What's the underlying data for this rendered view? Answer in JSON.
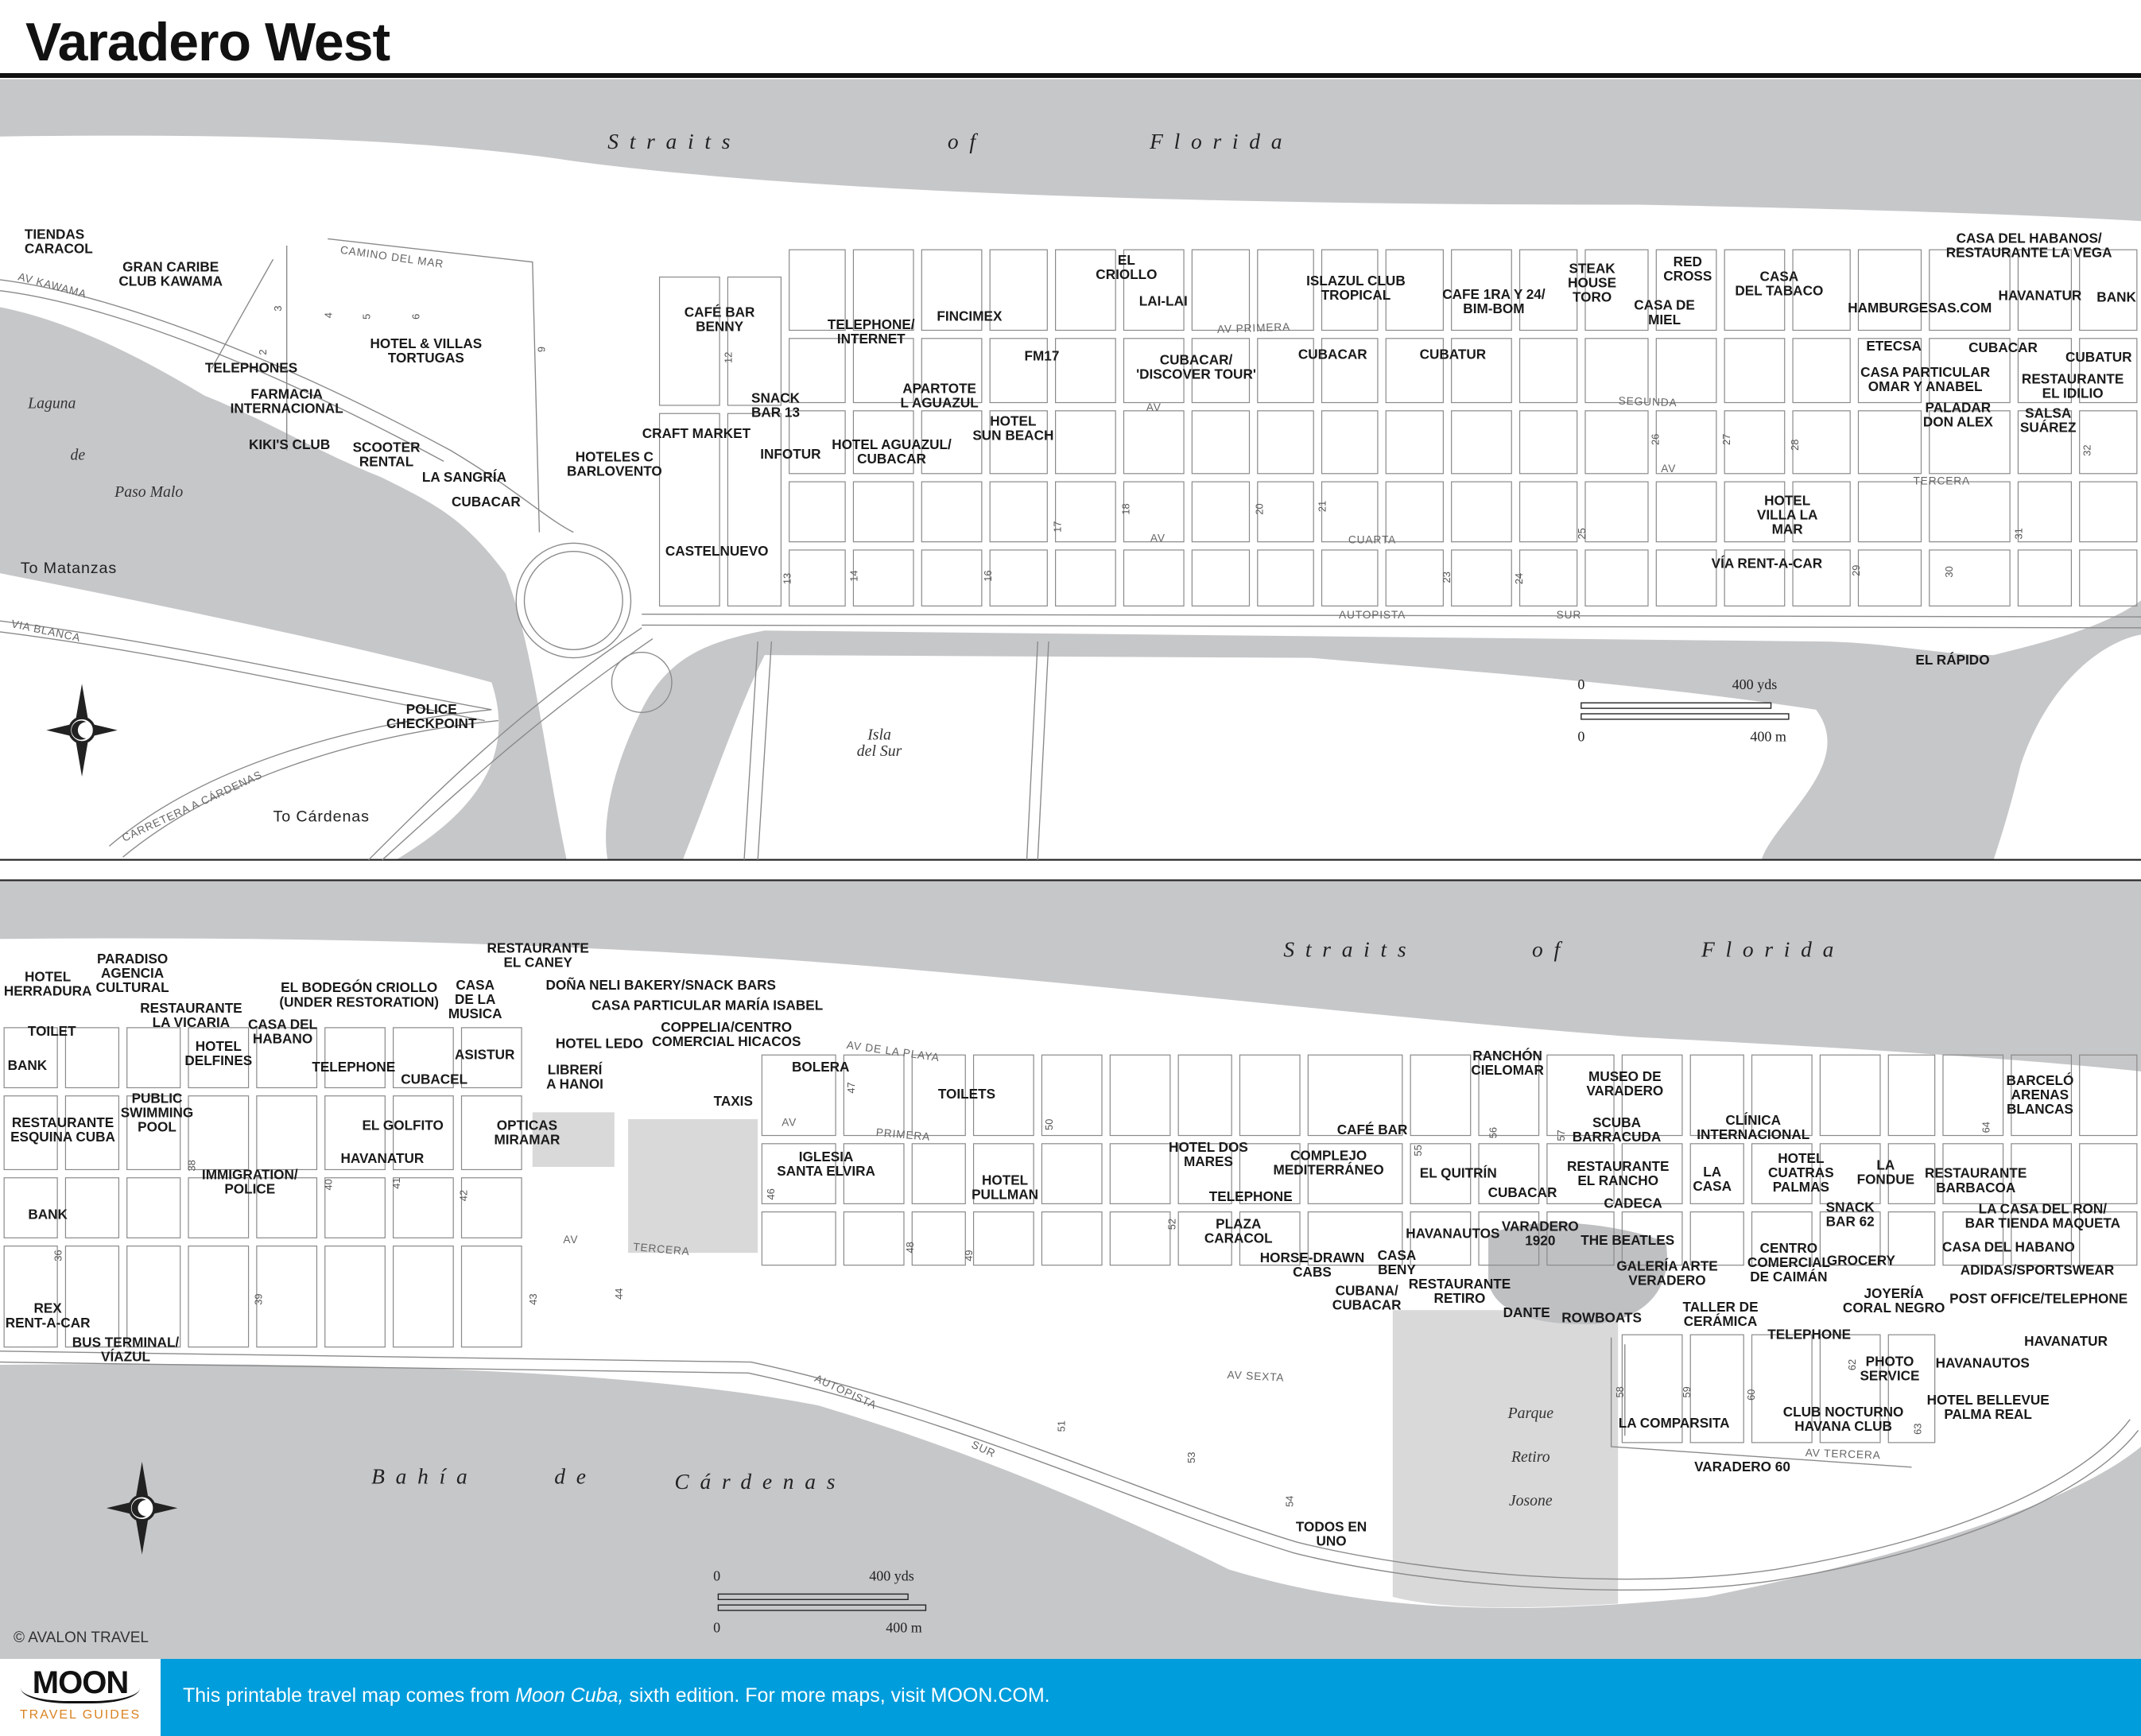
{
  "title": "Varadero West",
  "credit": "© AVALON TRAVEL",
  "footer": {
    "logo_main": "MOON",
    "logo_sub": "TRAVEL GUIDES",
    "text_before": "This printable travel map comes from ",
    "text_italic": "Moon Cuba,",
    "text_after": " sixth edition. For more maps, visit MOON.COM.",
    "color": "#009ddc"
  },
  "colors": {
    "water": "#c6c7c9",
    "land": "#ffffff",
    "park": "#d9d9da",
    "road_edge": "#8a8a8a"
  },
  "top_map": {
    "water_labels": [
      "Straits",
      "of",
      "Florida",
      "Laguna",
      "de",
      "Paso Malo",
      "Isla|del Sur"
    ],
    "directions": [
      "To Matanzas",
      "To Cárdenas"
    ],
    "places": [
      "TIENDAS|CARACOL",
      "GRAN CARIBE|CLUB KAWAMA",
      "TELEPHONES",
      "FARMACIA|INTERNACIONAL",
      "KIKI'S CLUB",
      "SCOOTER|RENTAL",
      "HOTEL & VILLAS|TORTUGAS",
      "LA SANGRÍA",
      "CUBACAR",
      "HOTELES C|BARLOVENTO",
      "CAFÉ BAR|BENNY",
      "CRAFT MARKET",
      "SNACK|BAR 13",
      "INFOTUR",
      "CASTELNUEVO",
      "TELEPHONE/|INTERNET",
      "FINCIMEX",
      "APARTOTE|L AGUAZUL",
      "HOTEL AGUAZUL/|CUBACAR",
      "HOTEL|SUN BEACH",
      "FM17",
      "EL|CRIOLLO",
      "LAI-LAI",
      "CUBACAR/|'DISCOVER TOUR'",
      "ISLAZUL CLUB|TROPICAL",
      "CUBACAR",
      "CUBATUR",
      "CAFE 1RA Y 24/|BIM-BOM",
      "STEAK|HOUSE|TORO",
      "RED|CROSS",
      "CASA DE|MIEL",
      "CASA|DEL TABACO",
      "HAMBURGESAS.COM",
      "CASA DEL HABANOS/|RESTAURANTE LA VEGA",
      "HAVANATUR",
      "BANK",
      "ETECSA",
      "CUBACAR",
      "CUBATUR",
      "CASA PARTICULAR|OMAR Y ANABEL",
      "RESTAURANTE|EL IDILIO",
      "PALADAR|DON ALEX",
      "SALSA|SUÁREZ",
      "HOTEL|VILLA LA|MAR",
      "VÍA RENT-A-CAR",
      "EL RÁPIDO",
      "POLICE|CHECKPOINT"
    ],
    "streets": [
      "CAMINO DEL MAR",
      "AV   KAWAMA",
      "AV PRIMERA",
      "AV",
      "SEGUNDA",
      "AV",
      "TERCERA",
      "AV",
      "CUARTA",
      "AUTOPISTA",
      "SUR",
      "VIA   BLANCA",
      "CARRETERA A CÁRDENAS"
    ],
    "street_numbers": [
      "3",
      "2",
      "4",
      "5",
      "6",
      "9",
      "12",
      "13",
      "14",
      "16",
      "17",
      "18",
      "20",
      "21",
      "23",
      "24",
      "25",
      "26",
      "27",
      "28",
      "29",
      "30",
      "31",
      "32"
    ],
    "scale": {
      "yds_zero": "0",
      "yds": "400 yds",
      "m_zero": "0",
      "m": "400 m"
    }
  },
  "bottom_map": {
    "water_labels": [
      "Straits",
      "of",
      "Florida",
      "Bahía",
      "de",
      "Cárdenas",
      "Parque",
      "Retiro",
      "Josone"
    ],
    "places": [
      "HOTEL|HERRADURA",
      "PARADISO|AGENCIA|CULTURAL",
      "RESTAURANTE|LA VICARIA",
      "TOILET",
      "BANK",
      "CASA DEL|HABANO",
      "HOTEL|DELFINES",
      "TELEPHONE",
      "EL BODEGÓN CRIOLLO|(UNDER RESTORATION)",
      "RESTAURANTE|EL CANEY",
      "CASA|DE LA|MUSICA",
      "DOÑA NELI BAKERY/SNACK BARS",
      "CASA PARTICULAR MARÍA ISABEL",
      "HOTEL LEDO",
      "ASISTUR",
      "CUBACEL",
      "LIBRERÍ|A HANOI",
      "COPPELIA/CENTRO|COMERCIAL HICACOS",
      "BOLERA",
      "TAXIS",
      "TOILETS",
      "PUBLIC|SWIMMING|POOL",
      "RESTAURANTE|ESQUINA CUBA",
      "EL GOLFITO",
      "OPTICAS|MIRAMAR",
      "HAVANATUR",
      "IMMIGRATION/|POLICE",
      "IGLESIA|SANTA ELVIRA",
      "HOTEL|PULLMAN",
      "HOTEL DOS|MARES",
      "COMPLEJO|MEDITERRÁNEO",
      "CAFÉ BAR",
      "TELEPHONE",
      "PLAZA|CARACOL",
      "HORSE-DRAWN|CABS",
      "CASA|BENY",
      "CUBANA/|CUBACAR",
      "BANK",
      "REX|RENT-A-CAR",
      "BUS TERMINAL/|VÍAZUL",
      "RANCHÓN|CIELOMAR",
      "MUSEO DE|VARADERO",
      "SCUBA|BARRACUDA",
      "CLÍNICA|INTERNACIONAL",
      "EL QUITRÍN",
      "RESTAURANTE|EL RANCHO",
      "LA|CASA",
      "HOTEL|CUATRAS|PALMAS",
      "LA|FONDUE",
      "RESTAURANTE|BARBACOA",
      "BARCELÓ|ARENAS|BLANCAS",
      "CUBACAR",
      "CADECA",
      "SNACK|BAR 62",
      "LA CASA DEL RON/|BAR TIENDA MAQUETA",
      "HAVANAUTOS",
      "VARADERO|1920",
      "THE BEATLES",
      "CENTRO|COMERCIAL|DE CAIMÁN",
      "GROCERY",
      "CASA DEL HABANO",
      "GALERÍA ARTE|VERADERO",
      "ADIDAS/SPORTSWEAR",
      "RESTAURANTE|RETIRO",
      "DANTE",
      "ROWBOATS",
      "TALLER DE|CERÁMICA",
      "JOYERÍA|CORAL NEGRO",
      "POST OFFICE/TELEPHONE",
      "TELEPHONE",
      "HAVANATUR",
      "PHOTO|SERVICE",
      "HAVANAUTOS",
      "CLUB NOCTURNO|HAVANA CLUB",
      "HOTEL BELLEVUE|PALMA REAL",
      "LA COMPARSITA",
      "VARADERO 60",
      "TODOS EN|UNO"
    ],
    "streets": [
      "AV DE LA PLAYA",
      "AV",
      "PRIMERA",
      "AV",
      "TERCERA",
      "AUTOPISTA",
      "SUR",
      "AV SEXTA",
      "AV TERCERA"
    ],
    "street_numbers": [
      "36",
      "38",
      "39",
      "40",
      "41",
      "42",
      "43",
      "44",
      "46",
      "47",
      "48",
      "49",
      "50",
      "51",
      "52",
      "53",
      "54",
      "55",
      "56",
      "57",
      "58",
      "59",
      "60",
      "62",
      "63",
      "64"
    ],
    "scale": {
      "yds_zero": "0",
      "yds": "400 yds",
      "m_zero": "0",
      "m": "400 m"
    }
  }
}
